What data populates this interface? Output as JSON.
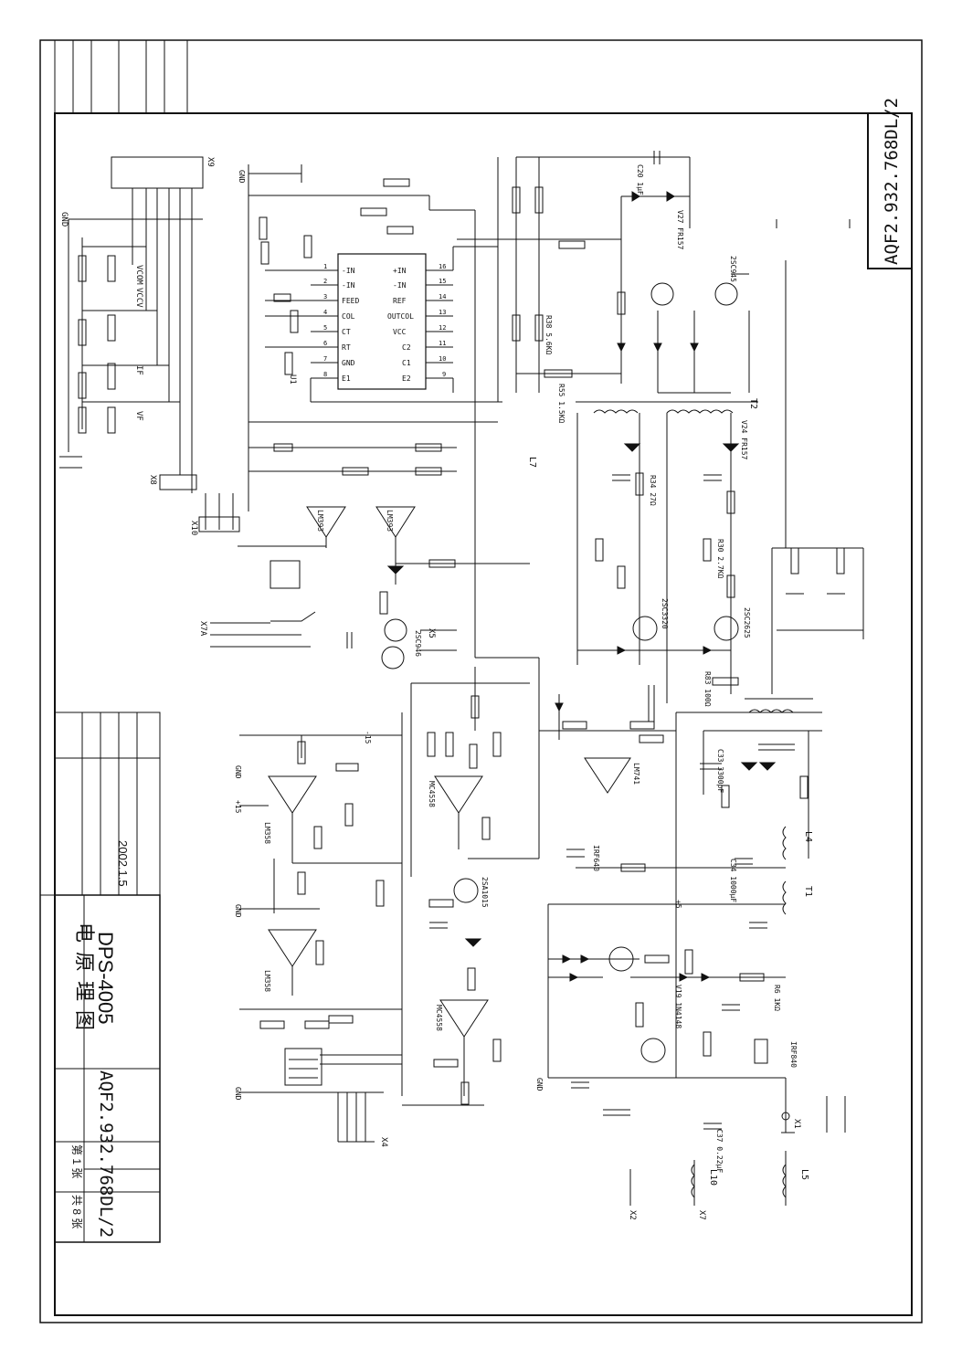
{
  "drawing": {
    "number": "AQF2.932.768DL/2",
    "model": "DPS-4005",
    "sheet_name": "电原理图",
    "date": "2002.1.5",
    "sheet_info": [
      "第 1 张",
      "共 8 张"
    ]
  },
  "ic": {
    "name": "U1",
    "pins_left": [
      "-IN",
      "-IN",
      "FEED",
      "COL",
      "CT",
      "RT",
      "GND",
      "E1"
    ],
    "pins_right": [
      "+IN",
      "-IN",
      "REF",
      "OUTCOL",
      "VCC",
      "C2",
      "C1",
      "E2"
    ],
    "pin_nums_left": [
      "1",
      "2",
      "3",
      "4",
      "5",
      "6",
      "7",
      "8"
    ],
    "pin_nums_right": [
      "16",
      "15",
      "14",
      "13",
      "12",
      "11",
      "10",
      "9"
    ]
  },
  "labels": {
    "opamps": [
      "LM393",
      "LM393",
      "LM358",
      "LM358",
      "MC4558",
      "MC4558",
      "LM741"
    ],
    "transistors": [
      "2SC945",
      "2SC2625",
      "2SC3320",
      "2SC946",
      "2SA1015",
      "IRF640",
      "IRF840"
    ],
    "transformers": [
      "T2",
      "T1",
      "L4",
      "L7",
      "L5",
      "L10"
    ],
    "connectors": [
      "X9",
      "X10",
      "X7A",
      "X5",
      "X2",
      "X1",
      "X4",
      "X8",
      "X7"
    ],
    "components": [
      "R6 1KΩ",
      "R38 5.6KΩ",
      "R55 1.5KΩ",
      "R34 27Ω",
      "R83 100Ω",
      "R30 2.7KΩ",
      "C20 1μF",
      "C33 3300pF",
      "C34 1000μF",
      "C37 0.22μF",
      "V19 1N4148",
      "V27 FR157",
      "V24 FR157"
    ],
    "nets": [
      "+5",
      "-15",
      "+15",
      "GND",
      "VCOM",
      "VCCV",
      "IF",
      "VF"
    ]
  }
}
